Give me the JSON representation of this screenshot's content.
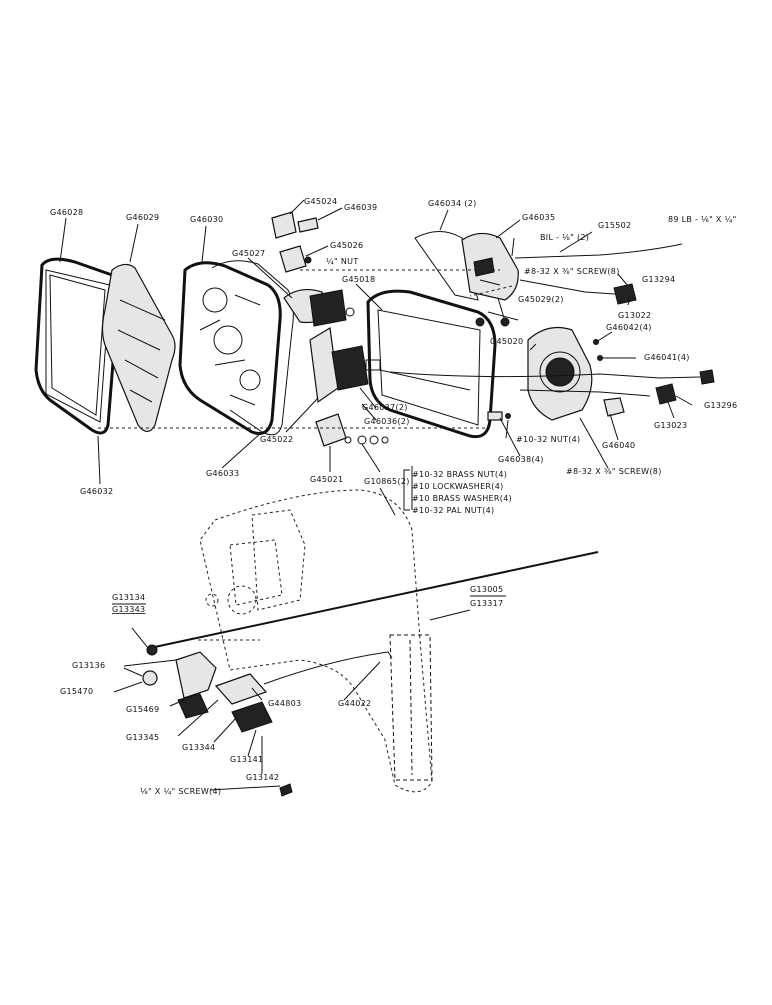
{
  "labels": {
    "g46028": "G46028",
    "g46029": "G46029",
    "g46030": "G46030",
    "g45024": "G45024",
    "g46039": "G46039",
    "g46034": "G46034 (2)",
    "g46035": "G46035",
    "g15502": "G15502",
    "lb89": "89 LB - ⅛\" X ¼\"",
    "g45027": "G45027",
    "g45026": "G45026",
    "nut14": "¼\" NUT",
    "bil": "BIL - ⅛\" (2)",
    "screw832a": "#8-32 X ⅜\" SCREW(8)",
    "g13294": "G13294",
    "g45018": "G45018",
    "g45029": "G45029(2)",
    "g13022": "G13022",
    "g46042": "G46042(4)",
    "g46041": "G46041(4)",
    "g45020": "G45020",
    "g13296": "G13296",
    "g13023": "G13023",
    "g46037": "G46037(2)",
    "g46036": "G46036(2)",
    "g45022": "G45022",
    "nut1032": "#10-32 NUT(4)",
    "g46040": "G46040",
    "g46038": "G46038(4)",
    "screw832b": "#8-32 X ⅜\" SCREW(8)",
    "g46033": "G46033",
    "g45021": "G45021",
    "g10865": "G10865(2)",
    "brassnut": "#10-32 BRASS NUT(4)",
    "lockwasher": "#10 LOCKWASHER(4)",
    "brasswasher": "#10 BRASS WASHER(4)",
    "palnut": "#10-32 PAL NUT(4)",
    "g46032": "G46032",
    "g13134": "G13134",
    "g13343": "G13343",
    "g13005": "G13005",
    "g13317": "G13317",
    "g13136": "G13136",
    "g15470": "G15470",
    "g15469": "G15469",
    "g44803": "G44803",
    "g44022": "G44022",
    "g13345": "G13345",
    "g13344": "G13344",
    "g13141": "G13141",
    "g13142": "G13142",
    "screw14": "⅛\" X ¼\" SCREW(4)"
  }
}
